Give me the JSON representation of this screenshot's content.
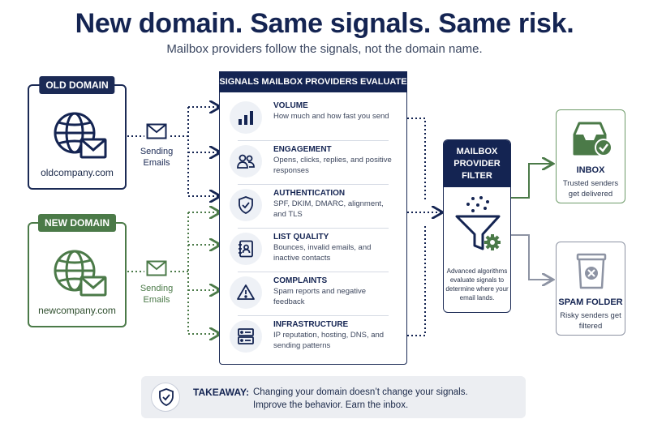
{
  "title": "New domain. Same signals. Same risk.",
  "subtitle": "Mailbox providers follow the signals, not the domain name.",
  "old_domain": {
    "tag": "OLD DOMAIN",
    "url": "oldcompany.com",
    "sending": "Sending Emails",
    "color": "#1b2a55"
  },
  "new_domain": {
    "tag": "NEW DOMAIN",
    "url": "newcompany.com",
    "sending": "Sending Emails",
    "color": "#4b7a48"
  },
  "signals_panel": {
    "header": "SIGNALS MAILBOX PROVIDERS EVALUATE",
    "items": [
      {
        "title": "VOLUME",
        "desc": "How much and how fast you send",
        "icon": "bar-chart-icon"
      },
      {
        "title": "ENGAGEMENT",
        "desc": "Opens, clicks, replies, and positive responses",
        "icon": "users-icon"
      },
      {
        "title": "AUTHENTICATION",
        "desc": "SPF, DKIM, DMARC, alignment, and TLS",
        "icon": "shield-check-icon"
      },
      {
        "title": "LIST QUALITY",
        "desc": "Bounces, invalid emails, and inactive contacts",
        "icon": "contact-book-icon"
      },
      {
        "title": "COMPLAINTS",
        "desc": "Spam reports and negative feedback",
        "icon": "warning-icon"
      },
      {
        "title": "INFRASTRUCTURE",
        "desc": "IP reputation, hosting, DNS, and sending patterns",
        "icon": "server-icon"
      }
    ]
  },
  "filter": {
    "title": "MAILBOX PROVIDER FILTER",
    "desc": "Advanced algorithms evaluate signals to determine where your email lands.",
    "icon": "funnel-gear-icon"
  },
  "inbox": {
    "label": "INBOX",
    "desc": "Trusted senders get delivered",
    "icon": "inbox-check-icon"
  },
  "spam": {
    "label": "SPAM FOLDER",
    "desc": "Risky senders get filtered",
    "icon": "trash-x-icon"
  },
  "takeaway": {
    "label": "TAKEAWAY:",
    "line1": "Changing your domain doesn’t change your signals.",
    "line2": "Improve the behavior. Earn the inbox.",
    "icon": "shield-check-icon"
  },
  "colors": {
    "navy": "#142452",
    "green": "#4b7a48",
    "gray": "#8d93a3"
  }
}
